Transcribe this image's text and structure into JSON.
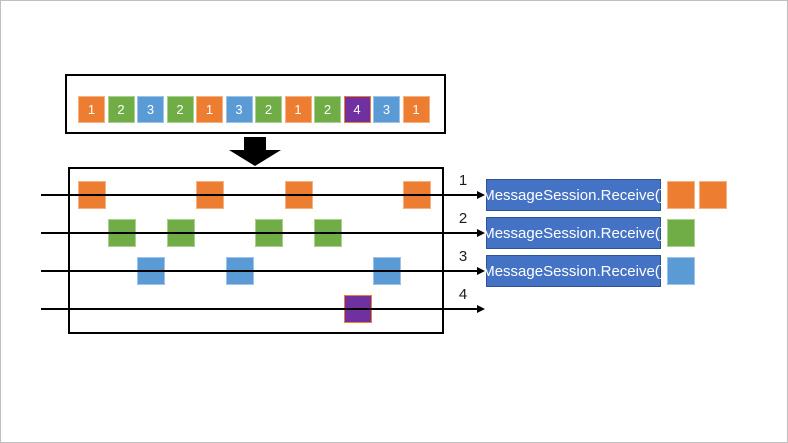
{
  "diagram": {
    "title_none": "",
    "queue": {
      "items": [
        1,
        2,
        3,
        2,
        1,
        3,
        2,
        1,
        2,
        4,
        3,
        1
      ]
    },
    "lanes": [
      {
        "id": 1,
        "label": "1",
        "receiver": "MessageSession.Receive()",
        "received": [
          1,
          1
        ]
      },
      {
        "id": 2,
        "label": "2",
        "receiver": "MessageSession.Receive()",
        "received": [
          2
        ]
      },
      {
        "id": 3,
        "label": "3",
        "receiver": "MessageSession.Receive()",
        "received": [
          3
        ]
      },
      {
        "id": 4,
        "label": "4",
        "receiver": null,
        "received": []
      }
    ],
    "colors": {
      "session1": "#ED7D31",
      "session1_border": "#F4B183",
      "session2": "#70AD47",
      "session2_border": "#A9D18E",
      "session3": "#5B9BD5",
      "session3_border": "#9DC3E6",
      "session4": "#7030A0",
      "session4_border": "#ED7D31",
      "receiver_fill": "#4472C4",
      "receiver_border": "#2F5496",
      "receiver_text": "#FFFFFF",
      "line": "#000000"
    }
  }
}
